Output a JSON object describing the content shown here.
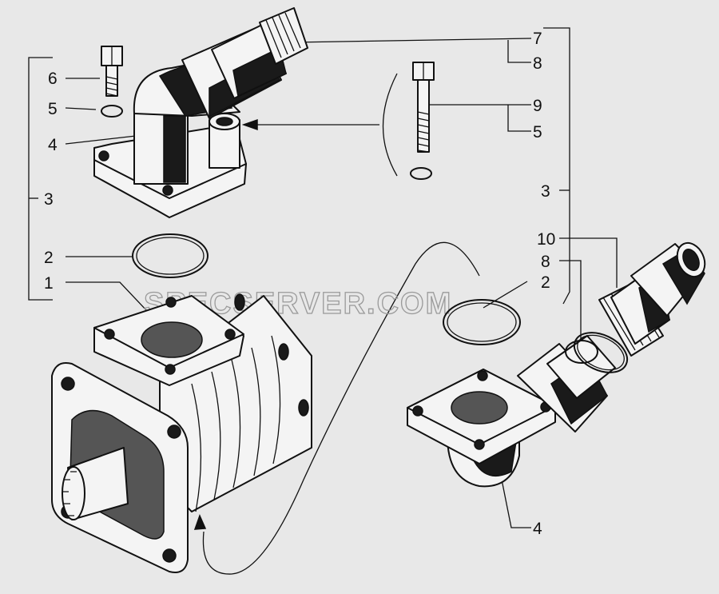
{
  "watermark": "SPECSERVER.COM",
  "callouts": [
    {
      "id": "l7",
      "text": "7"
    },
    {
      "id": "l8a",
      "text": "8"
    },
    {
      "id": "l6",
      "text": "6"
    },
    {
      "id": "l5a",
      "text": "5"
    },
    {
      "id": "l4a",
      "text": "4"
    },
    {
      "id": "l3a",
      "text": "3"
    },
    {
      "id": "l2a",
      "text": "2"
    },
    {
      "id": "l1",
      "text": "1"
    },
    {
      "id": "l9",
      "text": "9"
    },
    {
      "id": "l5b",
      "text": "5"
    },
    {
      "id": "l3b",
      "text": "3"
    },
    {
      "id": "l10",
      "text": "10"
    },
    {
      "id": "l8b",
      "text": "8"
    },
    {
      "id": "l2b",
      "text": "2"
    },
    {
      "id": "l4b",
      "text": "4"
    }
  ]
}
